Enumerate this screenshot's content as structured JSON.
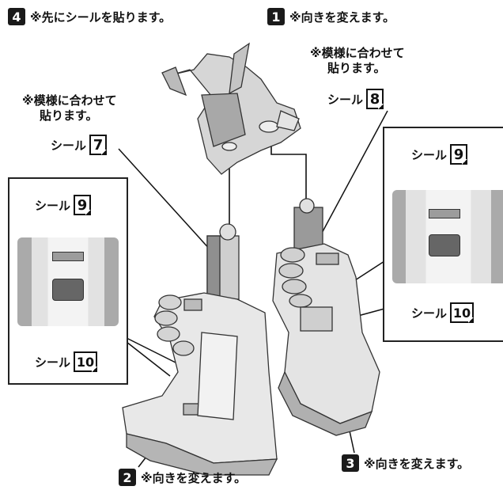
{
  "steps": {
    "step1": {
      "number": "1",
      "label": "※向きを変えます。"
    },
    "step2": {
      "number": "2",
      "label": "※向きを変えます。"
    },
    "step3": {
      "number": "3",
      "label": "※向きを変えます。"
    },
    "step4": {
      "number": "4",
      "label": "※先にシールを貼ります。"
    }
  },
  "notes": {
    "left": {
      "line1": "※模様に合わせて",
      "line2": "貼ります。"
    },
    "right": {
      "line1": "※模様に合わせて",
      "line2": "貼ります。"
    }
  },
  "seals": {
    "seal_prefix": "シール",
    "seal7": "7",
    "seal8": "8",
    "seal9_left": "9",
    "seal10_left": "10",
    "seal9_right": "9",
    "seal10_right": "10"
  }
}
